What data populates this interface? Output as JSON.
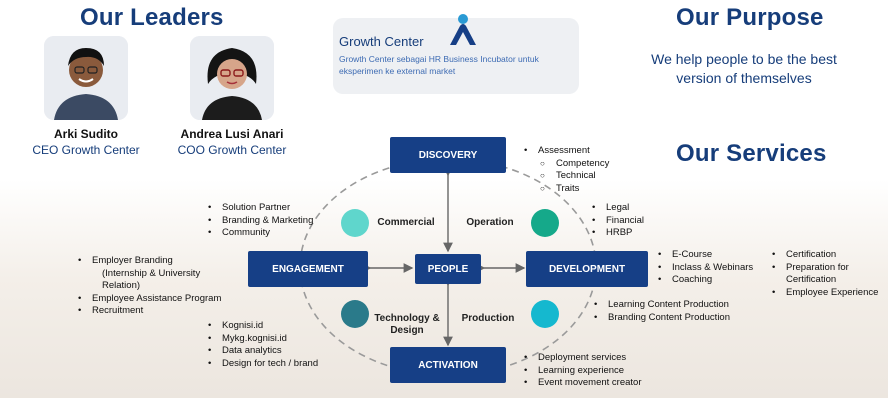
{
  "leaders": {
    "title": "Our Leaders",
    "people": [
      {
        "name": "Arki Sudito",
        "role": "CEO Growth Center"
      },
      {
        "name": "Andrea Lusi Anari",
        "role": "COO Growth Center"
      }
    ]
  },
  "growth_center": {
    "title": "Growth Center",
    "subtitle": "Growth Center sebagai HR Business Incubator untuk eksperimen ke external market"
  },
  "purpose": {
    "title": "Our Purpose",
    "text": "We help people to be the best version of themselves"
  },
  "services": {
    "title": "Our Services",
    "boxes": {
      "discovery": "DISCOVERY",
      "engagement": "ENGAGEMENT",
      "people": "PEOPLE",
      "development": "DEVELOPMENT",
      "activation": "ACTIVATION"
    },
    "labels": {
      "commercial": "Commercial",
      "operation": "Operation",
      "tech_design": "Technology & Design",
      "production": "Production"
    },
    "colors": {
      "box": "#163f86",
      "commercial": "#5fd6cc",
      "operation": "#15a98a",
      "tech": "#2a7a8a",
      "production": "#15b8cf"
    },
    "discovery_list": [
      "Assessment",
      "Competency",
      "Technical",
      "Traits"
    ],
    "commercial_list": [
      "Solution Partner",
      "Branding & Marketing",
      "Community"
    ],
    "operation_list": [
      "Legal",
      "Financial",
      "HRBP"
    ],
    "engagement_list": [
      "Employer Branding",
      "(Internship & University",
      "Relation)",
      "Employee Assistance Program",
      "Recruitment"
    ],
    "development_list_1": [
      "E-Course",
      "Inclass & Webinars",
      "Coaching"
    ],
    "development_list_2": [
      "Certification",
      "Preparation for",
      "Certification",
      "Employee Experience"
    ],
    "production_list": [
      "Learning Content Production",
      "Branding Content Production"
    ],
    "tech_list": [
      "Kognisi.id",
      "Mykg.kognisi.id",
      "Data analytics",
      "Design for tech / brand"
    ],
    "activation_list": [
      "Deployment services",
      "Learning experience",
      "Event movement creator"
    ]
  }
}
